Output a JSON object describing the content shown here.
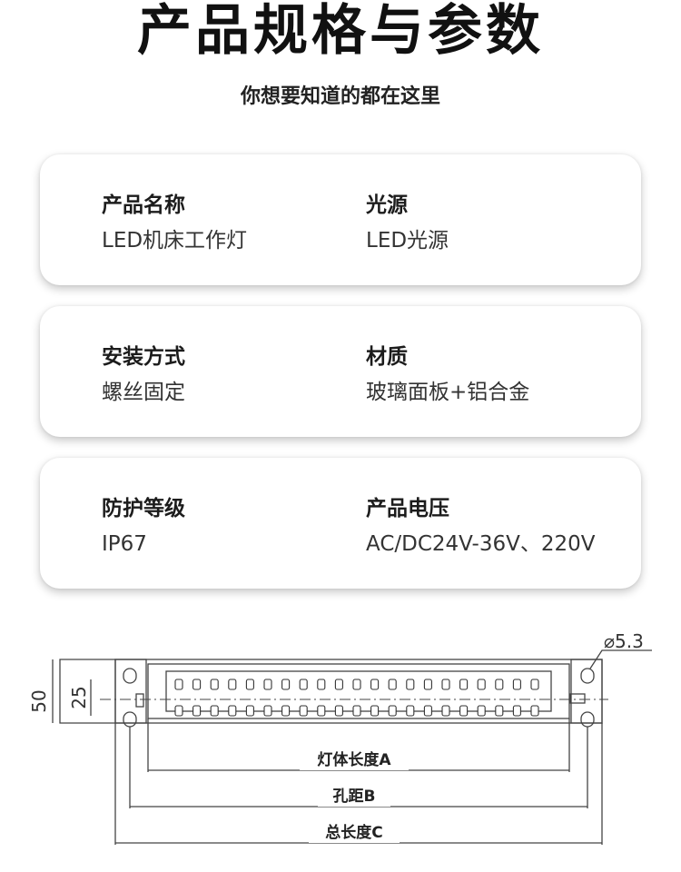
{
  "header": {
    "title": "产品规格与参数",
    "subtitle": "你想要知道的都在这里"
  },
  "specs": [
    {
      "label": "产品名称",
      "value": "LED机床工作灯"
    },
    {
      "label": "光源",
      "value": "LED光源"
    },
    {
      "label": "安装方式",
      "value": "螺丝固定"
    },
    {
      "label": "材质",
      "value": "玻璃面板+铝合金"
    },
    {
      "label": "防护等级",
      "value": "IP67"
    },
    {
      "label": "产品电压",
      "value": "AC/DC24V-36V、220V"
    }
  ],
  "drawing": {
    "hole_dia": "⌀5.3",
    "height_total": "50",
    "height_holes": "25",
    "label_a": "灯体长度A",
    "label_b": "孔距B",
    "label_c": "总长度C"
  }
}
